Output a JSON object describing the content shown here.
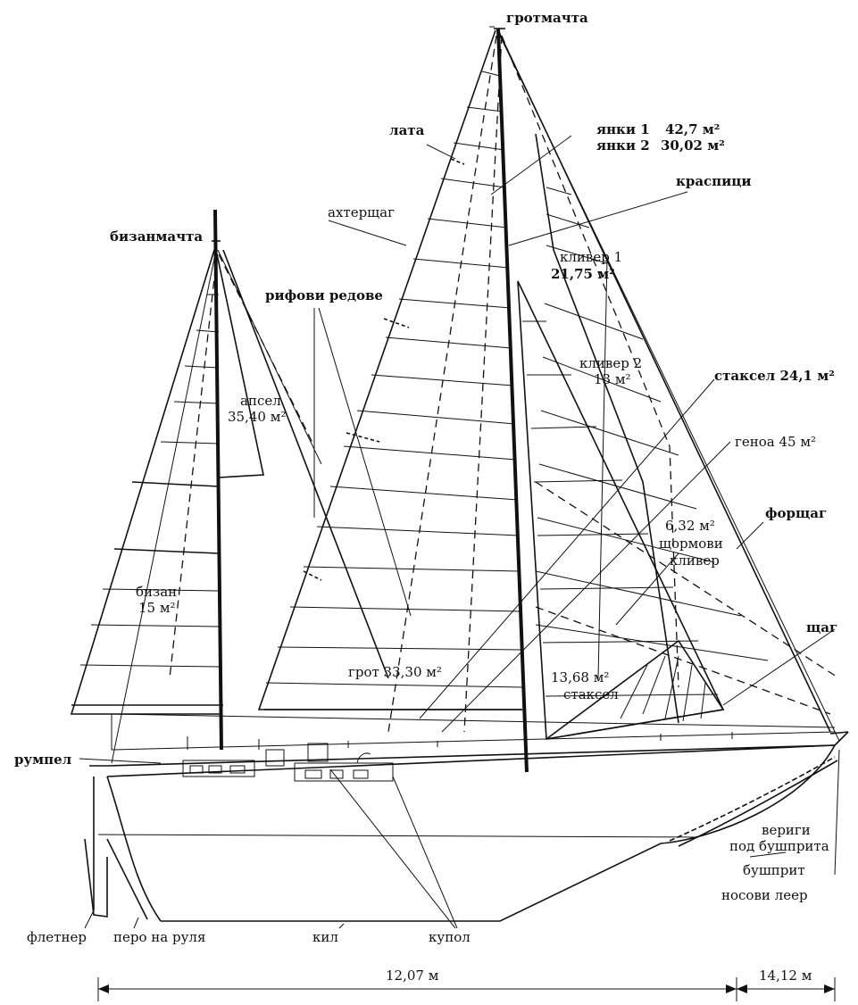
{
  "labels": {
    "grotmachta": "гротмачта",
    "lata": "лата",
    "yanki1": "янки 1",
    "yanki1_area": "42,7 м²",
    "yanki2": "янки 2",
    "yanki2_area": "30,02 м²",
    "kraspitsi": "краспици",
    "ahtershtag": "ахтерщаг",
    "bizanmachta": "бизанмачта",
    "rifovi_redove": "рифови редове",
    "kliver1": "кливер 1",
    "kliver1_area": "21,75 м²",
    "apsel": "апсел",
    "apsel_area": "35,40 м²",
    "kliver2": "кливер 2",
    "kliver2_area": "13 м²",
    "staksel_top": "стаксел 24,1 м²",
    "genoa": "геноа 45 м²",
    "shtormovi_area": "6,32 м²",
    "shtormovi": "щормови",
    "shtormovi2": "кливер",
    "forshtag": "форщаг",
    "bizan": "бизан",
    "bizan_area": "15 м²",
    "shtag": "щаг",
    "grot": "грот 33,30 м²",
    "staksel_low_area": "13,68 м²",
    "staksel_low": "стаксел",
    "rumpel": "румпел",
    "verigi1": "вериги",
    "verigi2": "под бушприта",
    "bushprit": "бушприт",
    "nosovi_leer": "носови леер",
    "fletner": "флетнер",
    "pero": "перо на руля",
    "kil": "кил",
    "kupol": "купол"
  },
  "dimensions": {
    "hull_length": "12,07 м",
    "total_length": "14,12 м"
  }
}
